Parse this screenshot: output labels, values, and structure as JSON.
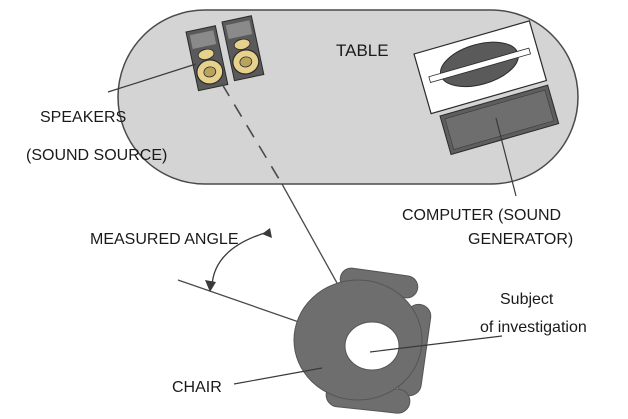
{
  "labels": {
    "table": "TABLE",
    "speakers_line1": "SPEAKERS",
    "speakers_line2": "(SOUND SOURCE)",
    "computer_line1": "COMPUTER (SOUND",
    "computer_line2": "GENERATOR)",
    "measured_angle": "MEASURED ANGLE",
    "subject_line1": "Subject",
    "subject_line2": "of investigation",
    "chair": "CHAIR"
  },
  "colors": {
    "table_fill": "#d4d4d4",
    "table_stroke": "#4a4a4a",
    "chair_fill": "#6e6e6e",
    "speaker_cone": "#e6d28c",
    "line": "#3a3a3a"
  }
}
